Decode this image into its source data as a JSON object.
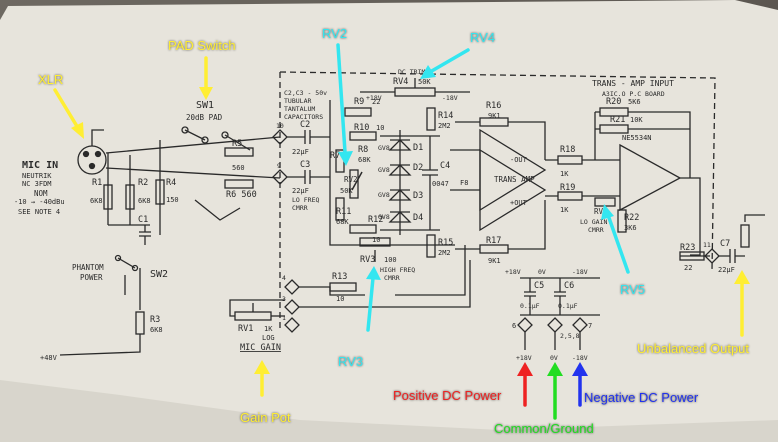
{
  "colors": {
    "yellow": "#ffee33",
    "cyan": "#33e6f0",
    "red": "#ee2222",
    "green": "#22dd22",
    "blue": "#2233ee",
    "ink": "#2a2a2a",
    "paper": "#e9e6df"
  },
  "callouts": {
    "xlr": "XLR",
    "pad_switch": "PAD Switch",
    "rv2": "RV2",
    "rv4": "RV4",
    "rv5": "RV5",
    "rv3": "RV3",
    "gain_pot": "Gain Pot",
    "unbalanced_output": "Unbalanced Output",
    "positive_dc_power": "Positive DC Power",
    "common_ground": "Common/Ground",
    "negative_dc_power": "Negative DC Power"
  },
  "schematic": {
    "mic_in": "MIC IN",
    "neutrik": "NEUTRIK",
    "nc3fdm": "NC 3FDM",
    "nom": "NOM",
    "nom_range": "-10 → -40dBu",
    "see_note": "SEE NOTE 4",
    "r1": "R1",
    "r1_val": "6K8",
    "r2": "R2",
    "r2_val": "6K8",
    "r3": "R3",
    "r3_val": "6K8",
    "r4": "R4",
    "r4_val": "150",
    "r5": "R5",
    "r5_val": "560",
    "r6": "R6 560",
    "c1": "C1",
    "sw1": "SW1",
    "sw1_label": "20dB PAD",
    "sw2": "SW2",
    "phantom": "PHANTOM",
    "power": "POWER",
    "plus48": "+48V",
    "c2": "C2",
    "c2_val": "22µF",
    "c3": "C3",
    "c3_val": "22µF",
    "lo_freq": "LO FREQ",
    "cmrr": "CMRR",
    "tant_note1": "C2,C3 - 50v",
    "tant_note2": "TUBULAR",
    "tant_note3": "TANTALUM",
    "tant_note4": "CAPACITORS",
    "r7": "R7",
    "r8": "R8",
    "r8_val": "68K",
    "r9": "R9",
    "r9_val": "22",
    "r10": "R10",
    "r10_val": "10",
    "r11": "R11",
    "r11_val": "68K",
    "r12": "R12",
    "r12_val": "10",
    "rv2_sch": "RV2",
    "rv2_val": "50K",
    "rv3_sch": "RV3",
    "rv3_val": "100",
    "hi_freq": "HIGH FREQ",
    "cmrr2": "CMRR",
    "r13": "R13",
    "r13_val": "10",
    "r14": "R14",
    "r14_val": "2M2",
    "r15": "R15",
    "r15_val": "2M2",
    "rv4_sch": "RV4",
    "dc_trim": "DC TRIMP",
    "rv4_val": "50K",
    "plus18": "+18V",
    "minus18": "-18V",
    "c4": "C4",
    "c4_val": "0047",
    "d1": "D1",
    "d2": "D2",
    "d3": "D3",
    "d4": "D4",
    "gv8": "GV8",
    "r16": "R16",
    "r16_val": "9K1",
    "r17": "R17",
    "r17_val": "9K1",
    "r18": "R18",
    "r18_val": "1K",
    "r19": "R19",
    "r19_val": "1K",
    "r20": "R20",
    "r20_val": "5K6",
    "r21": "R21",
    "r21_val": "10K",
    "r22": "R22",
    "r22_val": "3K6",
    "r23": "R23",
    "r23_val": "22",
    "rv5_sch": "RV5",
    "lo_gain": "LO GAIN",
    "cmrr3": "CMRR",
    "trans_amp": "TRANS AMP",
    "trans_amp_input": "TRANS - AMP INPUT",
    "board": "A3IC.O P.C BOARD",
    "ne5534": "NE5534N",
    "out_minus": "-OUT",
    "out_plus": "+OUT",
    "c5": "C5",
    "c5_val": "0.1µF",
    "c6": "C6",
    "c6_val": "0.1µF",
    "c7": "C7",
    "c7_val": "22µF",
    "ov": "0V",
    "rv1": "RV1",
    "rv1_val": "1K",
    "log": "LOG",
    "mic_gain": "MIC GAIN",
    "pins_258": "2,5,8",
    "pin_6": "6",
    "pin_7": "7",
    "pin_9": "9",
    "pin_10": "10",
    "pin_1": "1",
    "pin_3": "3",
    "pin_4": "4",
    "pin_11": "11",
    "supply_plus": "+18V",
    "supply_zero": "0V",
    "supply_minus": "-18V",
    "f8": "F8"
  }
}
